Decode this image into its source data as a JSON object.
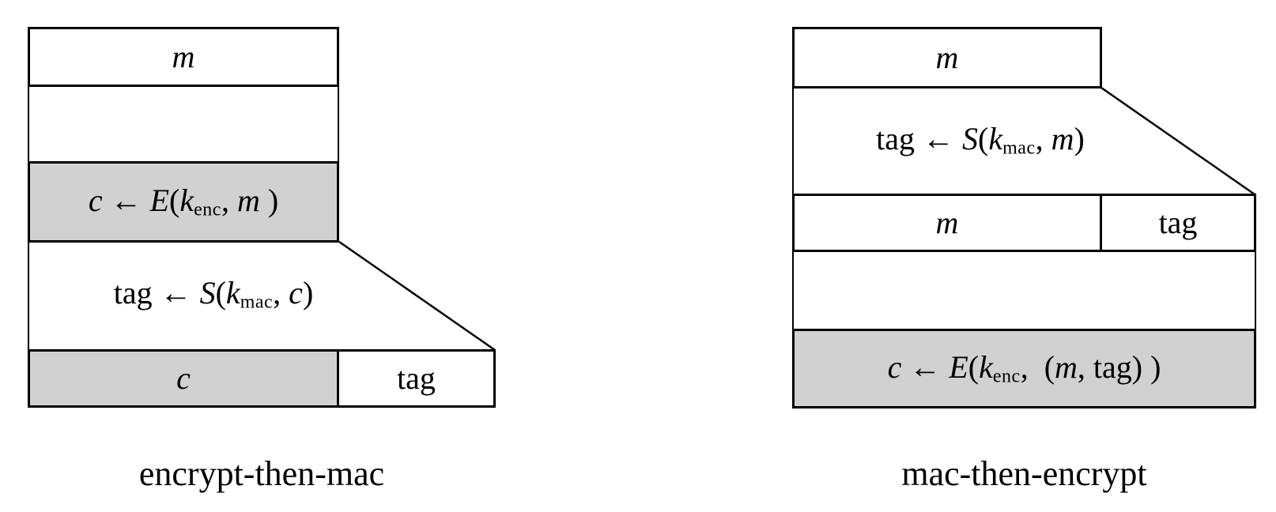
{
  "left_diagram": {
    "caption": "encrypt-then-mac",
    "top_box_label": [
      {
        "t": "m",
        "i": 1
      }
    ],
    "encrypt_formula": [
      {
        "t": "c",
        "i": 1
      },
      {
        "t": " ← "
      },
      {
        "t": "E",
        "i": 1
      },
      {
        "t": "("
      },
      {
        "t": "k",
        "i": 1
      },
      {
        "t": "enc",
        "sub": 1
      },
      {
        "t": ", "
      },
      {
        "t": "m",
        "i": 1
      },
      {
        "t": " )"
      }
    ],
    "tag_formula": [
      {
        "t": "tag"
      },
      {
        "t": " ← "
      },
      {
        "t": "S",
        "i": 1
      },
      {
        "t": "("
      },
      {
        "t": "k",
        "i": 1
      },
      {
        "t": "mac",
        "sub": 1
      },
      {
        "t": ", "
      },
      {
        "t": "c",
        "i": 1
      },
      {
        "t": ")"
      }
    ],
    "output_cipher_label": [
      {
        "t": "c",
        "i": 1
      }
    ],
    "output_tag_label": [
      {
        "t": "tag"
      }
    ]
  },
  "right_diagram": {
    "caption": "mac-then-encrypt",
    "top_box_label": [
      {
        "t": "m",
        "i": 1
      }
    ],
    "tag_formula": [
      {
        "t": "tag"
      },
      {
        "t": " ← "
      },
      {
        "t": "S",
        "i": 1
      },
      {
        "t": "("
      },
      {
        "t": "k",
        "i": 1
      },
      {
        "t": "mac",
        "sub": 1
      },
      {
        "t": ", "
      },
      {
        "t": "m",
        "i": 1
      },
      {
        "t": ")"
      }
    ],
    "row_message_label": [
      {
        "t": "m",
        "i": 1
      }
    ],
    "row_tag_label": [
      {
        "t": "tag"
      }
    ],
    "encrypt_formula": [
      {
        "t": "c",
        "i": 1
      },
      {
        "t": " ← "
      },
      {
        "t": "E",
        "i": 1
      },
      {
        "t": "("
      },
      {
        "t": "k",
        "i": 1
      },
      {
        "t": "enc",
        "sub": 1
      },
      {
        "t": ",  ("
      },
      {
        "t": "m",
        "i": 1
      },
      {
        "t": ", "
      },
      {
        "t": "tag"
      },
      {
        "t": ") )"
      }
    ]
  },
  "colors": {
    "shaded_fill": "#d1d1d1",
    "stroke": "#000000",
    "background": "#ffffff"
  }
}
